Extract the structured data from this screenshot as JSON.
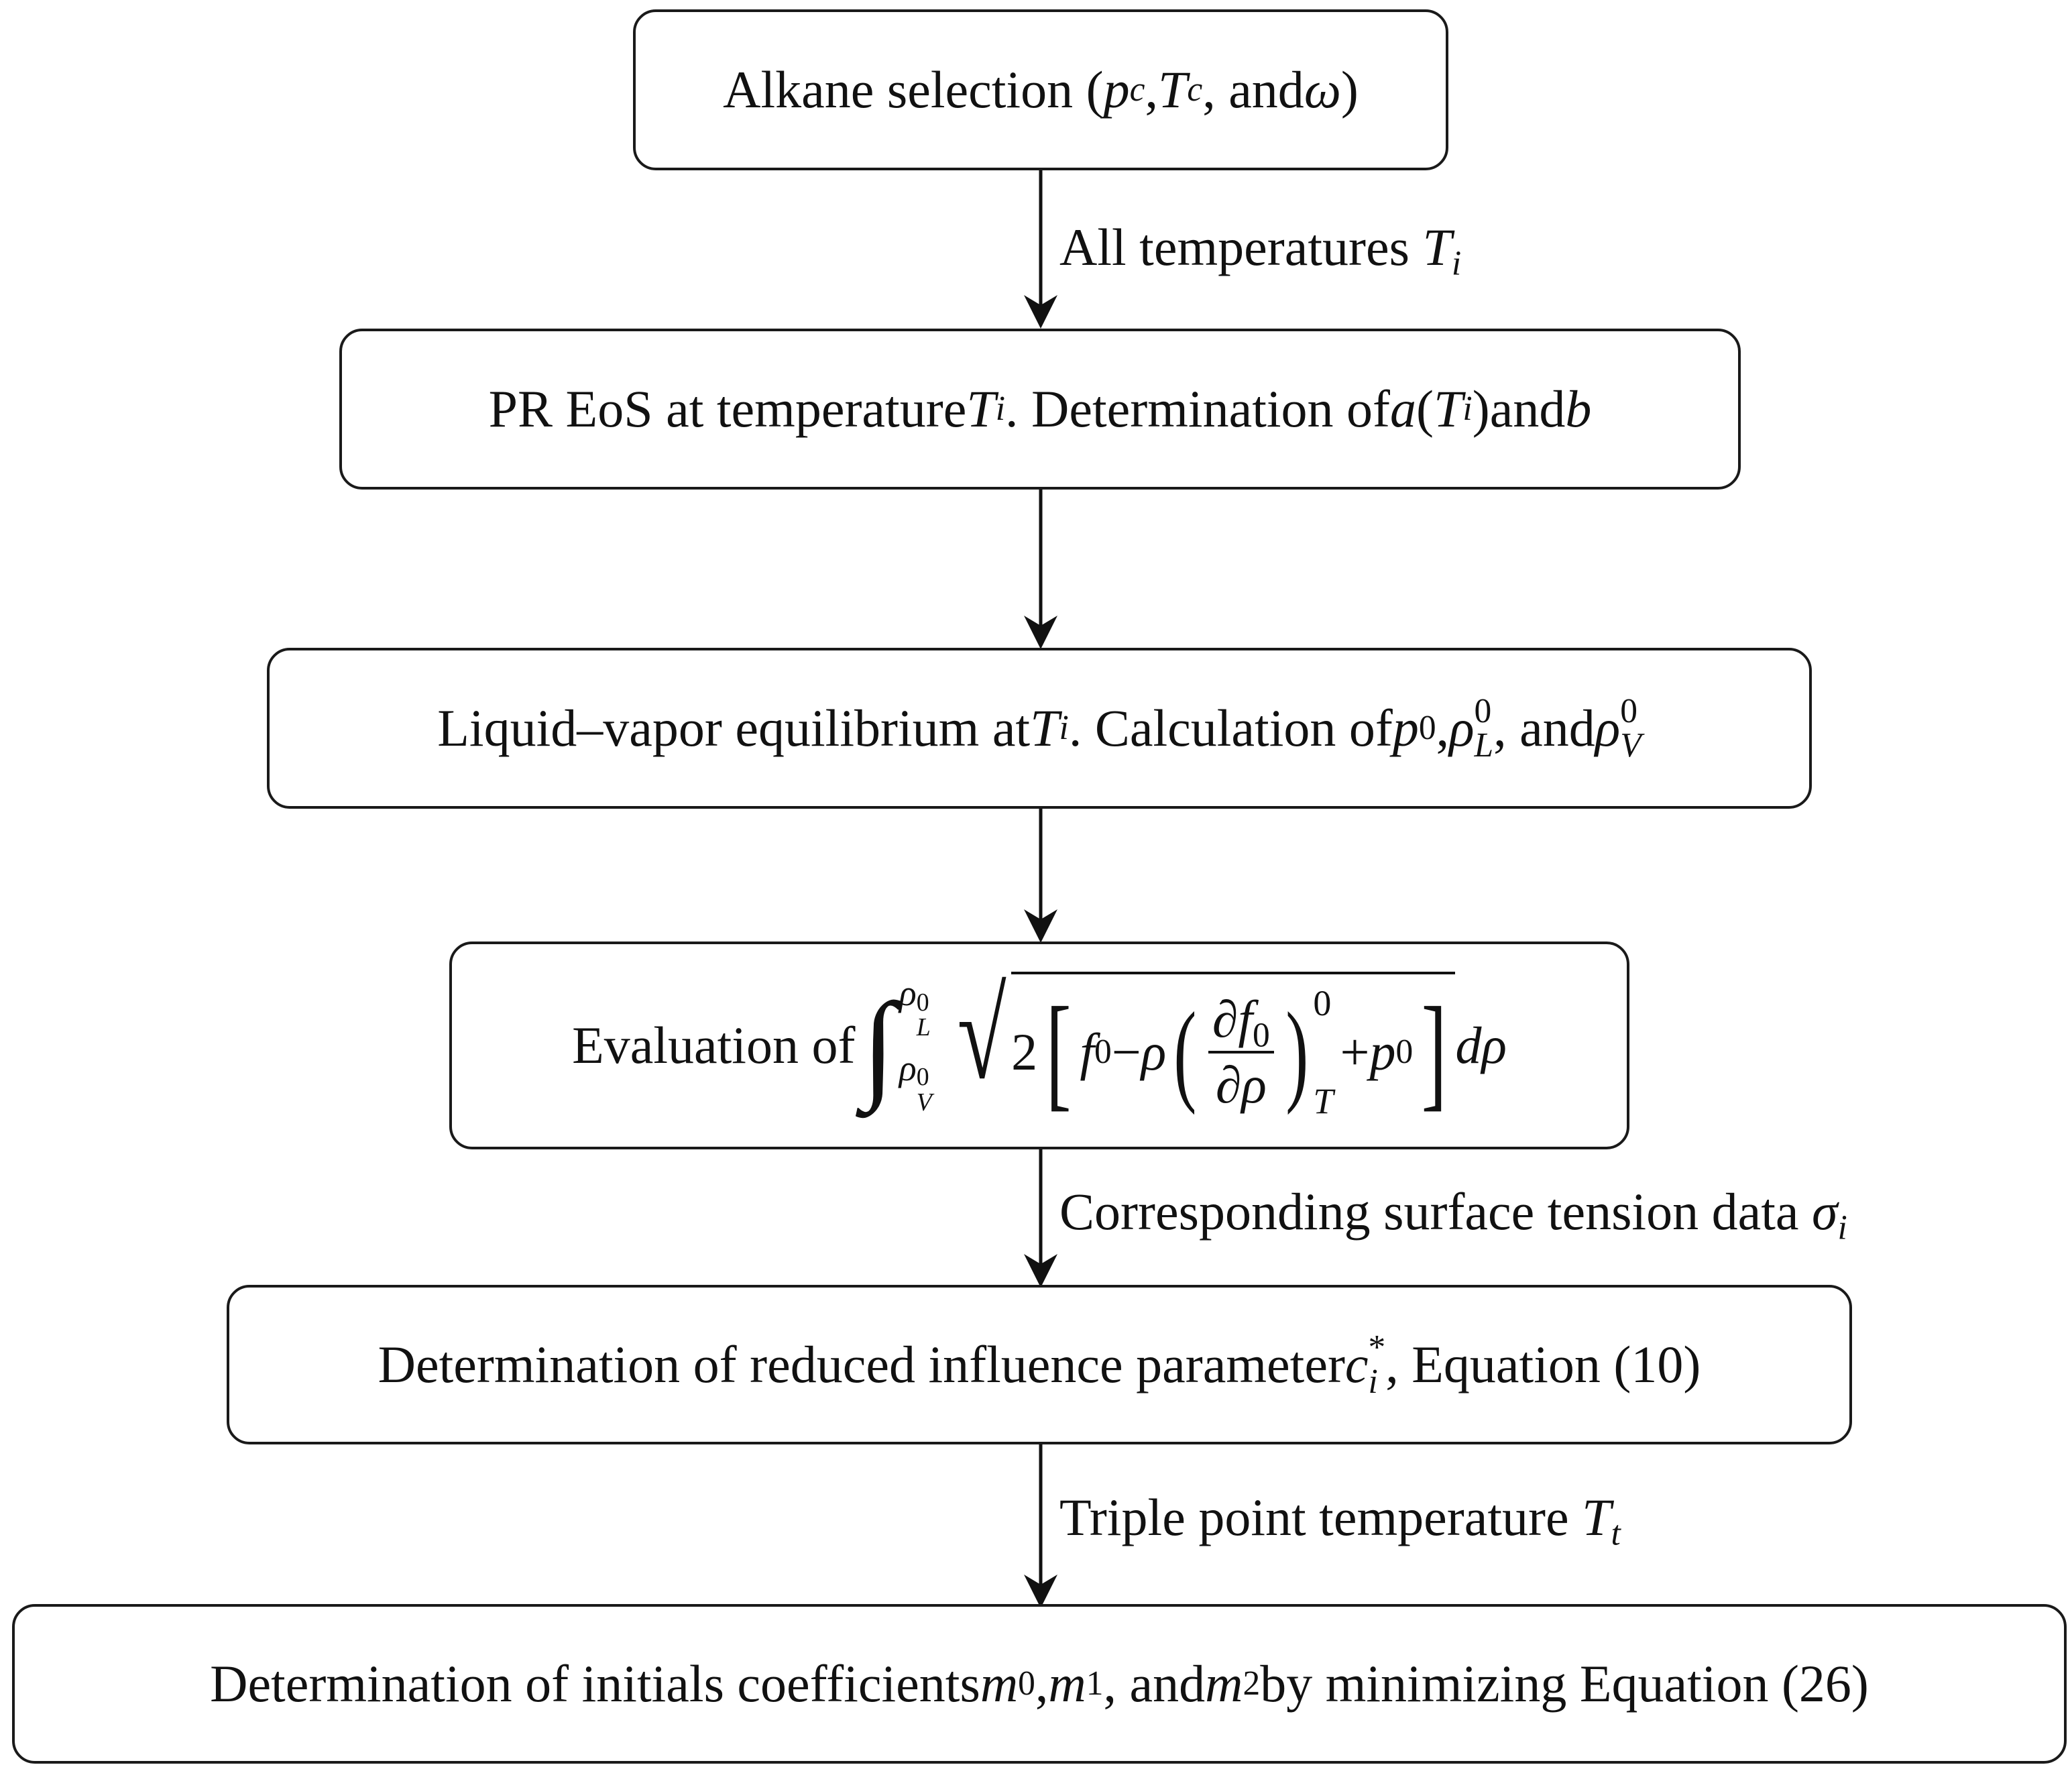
{
  "steps": [
    {
      "id": "alkane",
      "parts": {
        "pre": "Alkane selection (",
        "p": "p",
        "pc_sub": "c",
        "comma1": ", ",
        "T": "T",
        "Tc_sub": "c",
        "mid": ", and ",
        "omega": "ω",
        "post": ")"
      }
    },
    {
      "id": "pr-eos",
      "parts": {
        "pre": "PR EoS at temperature ",
        "T": "T",
        "Ti_sub": "i",
        "mid": ". Determination of ",
        "a": "a",
        "lp": "(",
        "T2": "T",
        "Ti2_sub": "i",
        "rp": ")",
        "and": " and ",
        "b": "b"
      }
    },
    {
      "id": "lve",
      "parts": {
        "pre": "Liquid–vapor equilibrium at ",
        "T": "T",
        "Ti_sub": "i",
        "mid": ". Calculation of ",
        "p": "p",
        "p_sup": "0",
        "comma": ", ",
        "rho1": "ρ",
        "rhoL_sup": "0",
        "rhoL_sub": "L",
        "comma2": ", and ",
        "rho2": "ρ",
        "rhoV_sup": "0",
        "rhoV_sub": "V"
      }
    },
    {
      "id": "integral",
      "parts": {
        "pre": "Evaluation of ",
        "upper": "ρ",
        "upper_sup": "0",
        "upper_sub": "L",
        "lower": "ρ",
        "lower_sup": "0",
        "lower_sub": "V",
        "two": "2",
        "f0": "f",
        "f0_sub": "0",
        "minus": " − ",
        "rho": "ρ",
        "df": "∂f",
        "df_sub": "0",
        "drho": "∂ρ",
        "outer_sup": "0",
        "outer_sub": "T",
        "plus": " + ",
        "p": "p",
        "p_sup": "0",
        "drho_end": "dρ"
      }
    },
    {
      "id": "influence",
      "parts": {
        "pre": "Determination of reduced influence parameter ",
        "c": "c",
        "c_sup": "*",
        "c_sub": "i",
        "post": ", Equation  (10)"
      }
    },
    {
      "id": "coefficients",
      "parts": {
        "pre": "Determination of initials coefficients ",
        "m0": "m",
        "m0_sub": "0",
        "c1": ", ",
        "m1": "m",
        "m1_sub": "1",
        "c2": ", and ",
        "m2": "m",
        "m2_sub": "2",
        "post": " by minimizing Equation  (26)"
      }
    }
  ],
  "edges": [
    {
      "from": "alkane",
      "to": "pr-eos",
      "label": {
        "text": "All temperatures ",
        "T": "T",
        "sub": "i"
      }
    },
    {
      "from": "pr-eos",
      "to": "lve",
      "label": null
    },
    {
      "from": "lve",
      "to": "integral",
      "label": null
    },
    {
      "from": "integral",
      "to": "influence",
      "label": {
        "text": "Corresponding surface tension data ",
        "sym": "σ",
        "sub": "i"
      }
    },
    {
      "from": "influence",
      "to": "coefficients",
      "label": {
        "text": "Triple point temperature ",
        "T": "T",
        "sub": "t"
      }
    }
  ]
}
